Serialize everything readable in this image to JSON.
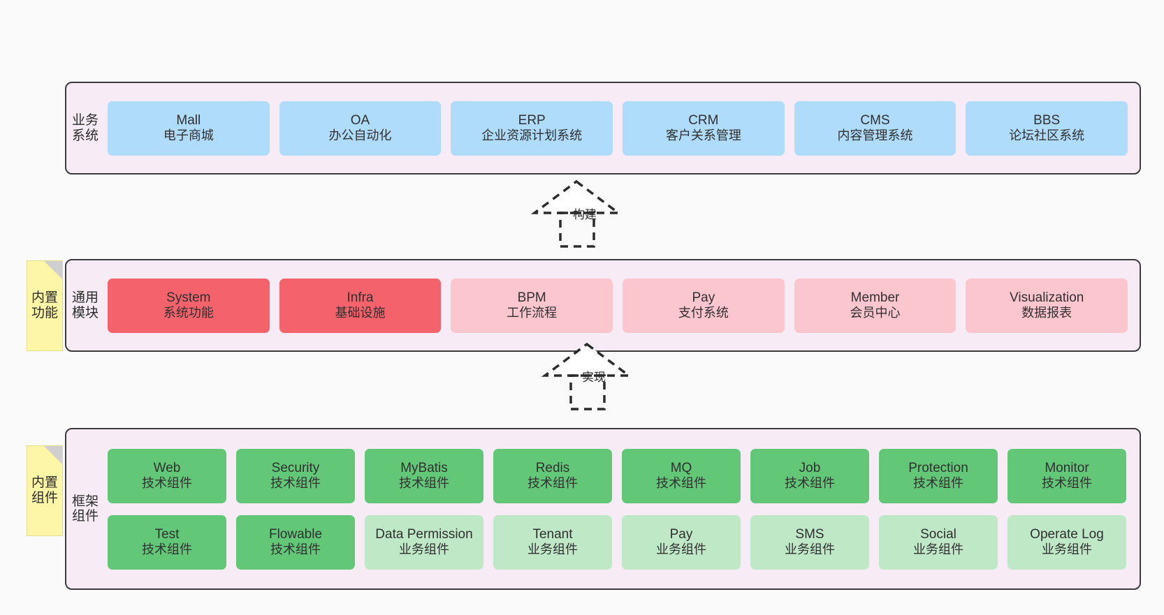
{
  "diagram": {
    "title_visible": false,
    "palette": {
      "canvas": "#fafafa",
      "layer_fill": "#f7ecf6",
      "layer_border": "#3b3b3b",
      "blue": "#afdcfb",
      "red": "#f4636c",
      "pink": "#fcc6cf",
      "green": "#62c878",
      "light_green": "#bfe8c7",
      "note_yellow": "#fcf6a6",
      "note_fold": "#cfcfcf",
      "text": "#2b2b2b"
    }
  },
  "layers": [
    {
      "id": "business",
      "title": "业务系统",
      "cards": [
        {
          "name": "Mall",
          "desc": "电子商城"
        },
        {
          "name": "OA",
          "desc": "办公自动化"
        },
        {
          "name": "ERP",
          "desc": "企业资源计划系统"
        },
        {
          "name": "CRM",
          "desc": "客户关系管理"
        },
        {
          "name": "CMS",
          "desc": "内容管理系统"
        },
        {
          "name": "BBS",
          "desc": "论坛社区系统"
        }
      ]
    },
    {
      "id": "modules",
      "title": "通用模块",
      "cards": [
        {
          "name": "System",
          "desc": "系统功能"
        },
        {
          "name": "Infra",
          "desc": "基础设施"
        },
        {
          "name": "BPM",
          "desc": "工作流程"
        },
        {
          "name": "Pay",
          "desc": "支付系统"
        },
        {
          "name": "Member",
          "desc": "会员中心"
        },
        {
          "name": "Visualization",
          "desc": "数据报表"
        }
      ]
    },
    {
      "id": "framework",
      "title": "框架组件",
      "row1": [
        {
          "name": "Web",
          "desc": "技术组件"
        },
        {
          "name": "Security",
          "desc": "技术组件"
        },
        {
          "name": "MyBatis",
          "desc": "技术组件"
        },
        {
          "name": "Redis",
          "desc": "技术组件"
        },
        {
          "name": "MQ",
          "desc": "技术组件"
        },
        {
          "name": "Job",
          "desc": "技术组件"
        },
        {
          "name": "Protection",
          "desc": "技术组件"
        },
        {
          "name": "Monitor",
          "desc": "技术组件"
        }
      ],
      "row2": [
        {
          "name": "Test",
          "desc": "技术组件"
        },
        {
          "name": "Flowable",
          "desc": "技术组件"
        },
        {
          "name": "Data Permission",
          "desc": "业务组件"
        },
        {
          "name": "Tenant",
          "desc": "业务组件"
        },
        {
          "name": "Pay",
          "desc": "业务组件"
        },
        {
          "name": "SMS",
          "desc": "业务组件"
        },
        {
          "name": "Social",
          "desc": "业务组件"
        },
        {
          "name": "Operate Log",
          "desc": "业务组件"
        }
      ]
    }
  ],
  "notes": [
    {
      "id": "builtin-functions",
      "text": "内置功能"
    },
    {
      "id": "builtin-components",
      "text": "内置组件"
    }
  ],
  "connectors": [
    {
      "id": "build",
      "label": "构建",
      "style": "dashed-generalization-up"
    },
    {
      "id": "implement",
      "label": "实现",
      "style": "dashed-generalization-up"
    }
  ]
}
